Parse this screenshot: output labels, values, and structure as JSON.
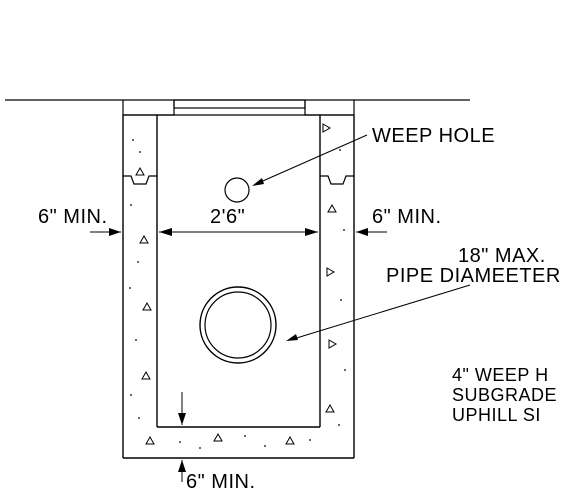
{
  "labels": {
    "weep_hole": "WEEP HOLE",
    "min_left": "6\" MIN.",
    "inner_width": "2'6\"",
    "min_right": "6\" MIN.",
    "max_diameter": "18\" MAX.",
    "pipe_diameter": "PIPE DIAMEETER",
    "note_line1": "4\" WEEP H",
    "note_line2": "SUBGRADE",
    "note_line3": "UPHILL SI",
    "min_bottom": "6\" MIN."
  }
}
